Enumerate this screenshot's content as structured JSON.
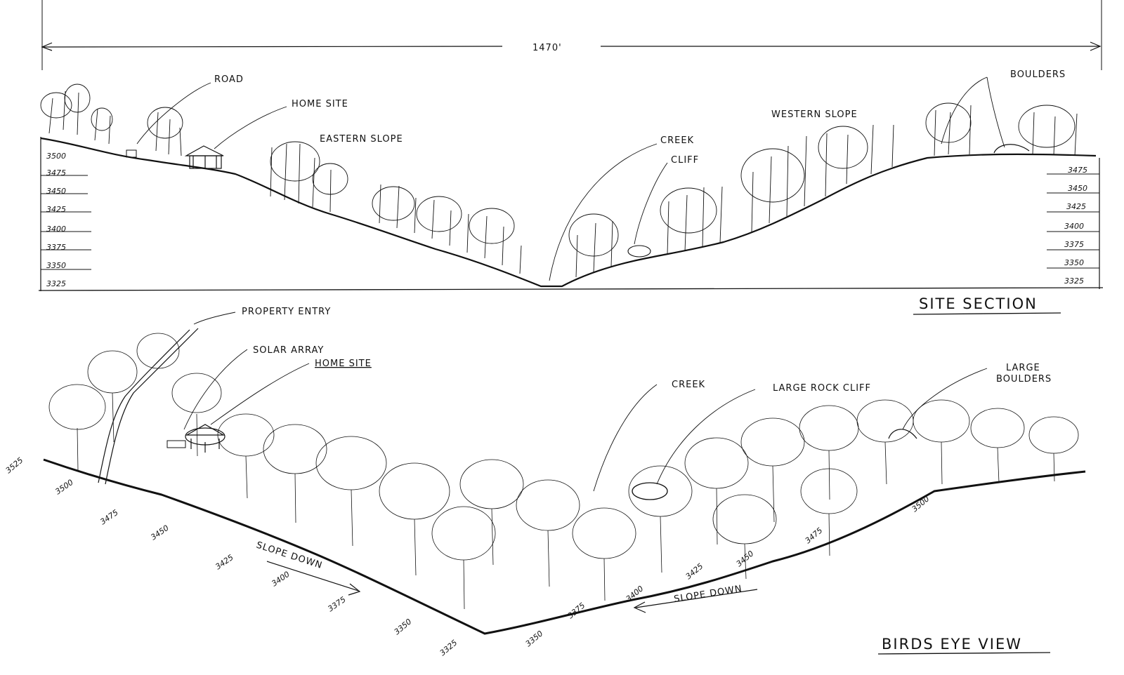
{
  "dimension": "1470'",
  "site_section": {
    "title": "SITE SECTION",
    "labels": {
      "road": "ROAD",
      "home_site": "HOME SITE",
      "eastern_slope": "EASTERN SLOPE",
      "creek": "CREEK",
      "cliff": "CLIFF",
      "western_slope": "WESTERN SLOPE",
      "boulders": "BOULDERS"
    },
    "left_elevations": [
      "3500",
      "3475",
      "3450",
      "3425",
      "3400",
      "3375",
      "3350",
      "3325"
    ],
    "right_elevations": [
      "3475",
      "3450",
      "3425",
      "3400",
      "3375",
      "3350",
      "3325"
    ]
  },
  "birds_eye_view": {
    "title": "BIRDS EYE VIEW",
    "labels": {
      "property_entry": "PROPERTY ENTRY",
      "solar_array": "SOLAR ARRAY",
      "home_site": "HOME SITE",
      "creek": "CREEK",
      "large_rock_cliff": "LARGE ROCK CLIFF",
      "large_boulders_1": "LARGE",
      "large_boulders_2": "BOULDERS",
      "slope_down_left": "SLOPE DOWN",
      "slope_down_right": "SLOPE DOWN"
    },
    "left_contours": [
      "3525",
      "3500",
      "3475",
      "3450",
      "3425",
      "3400",
      "3375",
      "3350",
      "3325"
    ],
    "right_contours": [
      "3350",
      "3375",
      "3400",
      "3425",
      "3450",
      "3475",
      "3500"
    ]
  }
}
